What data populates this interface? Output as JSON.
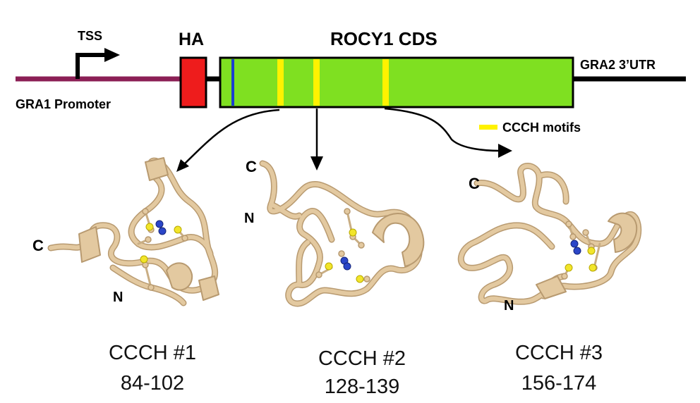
{
  "construct": {
    "tss_label": "TSS",
    "promoter_label": "GRA1 Promoter",
    "tag_label": "HA",
    "cds_label": "ROCY1 CDS",
    "utr_label": "GRA2 3’UTR",
    "legend_label": "CCCH motifs"
  },
  "structures": [
    {
      "title": "CCCH #1",
      "range": "84-102",
      "n_label": "N",
      "c_label": "C"
    },
    {
      "title": "CCCH #2",
      "range": "128-139",
      "n_label": "N",
      "c_label": "C"
    },
    {
      "title": "CCCH #3",
      "range": "156-174",
      "n_label": "N",
      "c_label": "C"
    }
  ],
  "colors": {
    "promoter_line": "#8b1f55",
    "ha_box": "#ee1c1c",
    "cds_box": "#7fe021",
    "motif_stripe": "#fff200",
    "blue_marker": "#1a3fd0",
    "ribbon": "#e3c9a0",
    "ribbon_edge": "#b89a70",
    "sulfur": "#f2e52a",
    "nitrogen": "#2b46c8"
  }
}
